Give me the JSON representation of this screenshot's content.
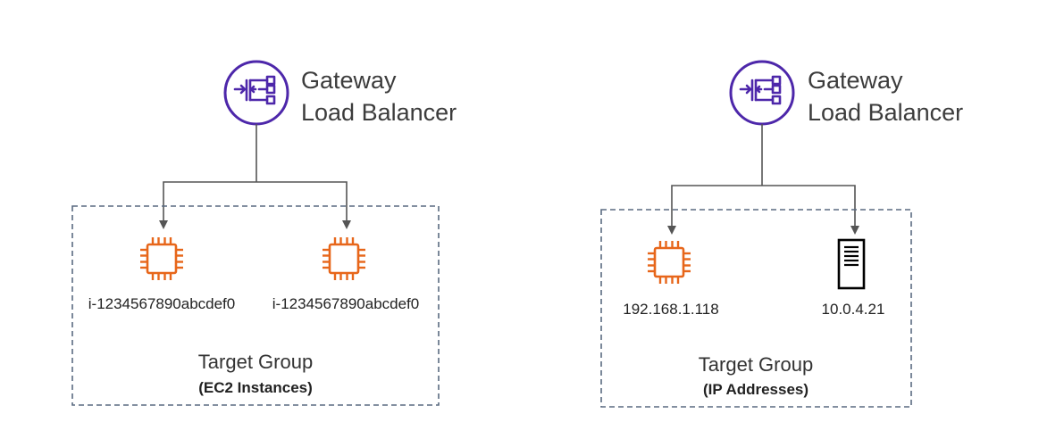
{
  "diagrams": [
    {
      "load_balancer": {
        "line1": "Gateway",
        "line2": "Load Balancer"
      },
      "target_group": {
        "title": "Target Group",
        "subtitle": "(EC2 Instances)"
      },
      "targets": [
        {
          "icon": "ec2-instance-icon",
          "label": "i-1234567890abcdef0"
        },
        {
          "icon": "ec2-instance-icon",
          "label": "i-1234567890abcdef0"
        }
      ]
    },
    {
      "load_balancer": {
        "line1": "Gateway",
        "line2": "Load Balancer"
      },
      "target_group": {
        "title": "Target Group",
        "subtitle": "(IP Addresses)"
      },
      "targets": [
        {
          "icon": "ec2-instance-icon",
          "label": "192.168.1.118"
        },
        {
          "icon": "server-icon",
          "label": "10.0.4.21"
        }
      ]
    }
  ],
  "colors": {
    "load_balancer": "#4d27aa",
    "ec2": "#e7661a",
    "server": "#000000",
    "connector": "#555555",
    "group_border": "#5a6a80"
  }
}
